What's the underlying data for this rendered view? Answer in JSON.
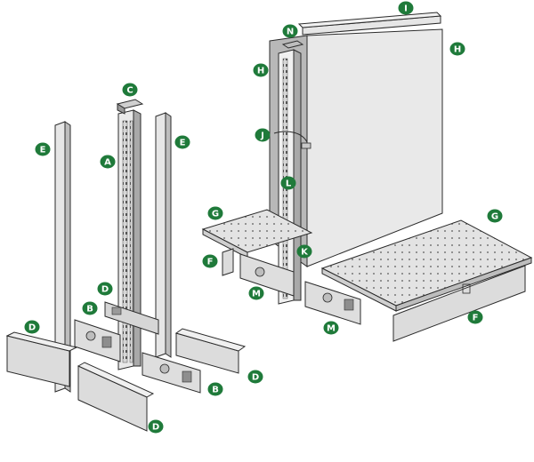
{
  "colors": {
    "background": "#ffffff",
    "callout_fill": "#1f7a3a",
    "callout_text": "#ffffff",
    "part_light": "#e6e6e6",
    "part_mid": "#c9c9c9",
    "part_dark": "#8e8e8e",
    "outline": "#2b2b2b"
  },
  "parts": [
    {
      "id": "C",
      "icon": "upright-cap-icon"
    },
    {
      "id": "A",
      "icon": "upright-post-icon"
    },
    {
      "id": "E",
      "icon": "upright-cover-icon"
    },
    {
      "id": "E",
      "icon": "upright-cover-icon"
    },
    {
      "id": "D",
      "icon": "base-kickplate-icon"
    },
    {
      "id": "D",
      "icon": "base-kickplate-icon"
    },
    {
      "id": "D",
      "icon": "base-kickplate-icon"
    },
    {
      "id": "D",
      "icon": "base-kickplate-icon"
    },
    {
      "id": "B",
      "icon": "base-bracket-icon"
    },
    {
      "id": "B",
      "icon": "base-bracket-icon"
    },
    {
      "id": "N",
      "icon": "top-cap-icon"
    },
    {
      "id": "I",
      "icon": "top-rail-icon"
    },
    {
      "id": "H",
      "icon": "back-panel-icon"
    },
    {
      "id": "H",
      "icon": "back-panel-icon"
    },
    {
      "id": "J",
      "icon": "shelf-clip-icon"
    },
    {
      "id": "L",
      "icon": "upright-icon"
    },
    {
      "id": "G",
      "icon": "shelf-icon"
    },
    {
      "id": "G",
      "icon": "shelf-icon"
    },
    {
      "id": "F",
      "icon": "kickplate-front-icon"
    },
    {
      "id": "F",
      "icon": "kickplate-front-icon"
    },
    {
      "id": "K",
      "icon": "base-connector-icon"
    },
    {
      "id": "M",
      "icon": "base-bracket-icon"
    },
    {
      "id": "M",
      "icon": "base-bracket-icon"
    }
  ]
}
